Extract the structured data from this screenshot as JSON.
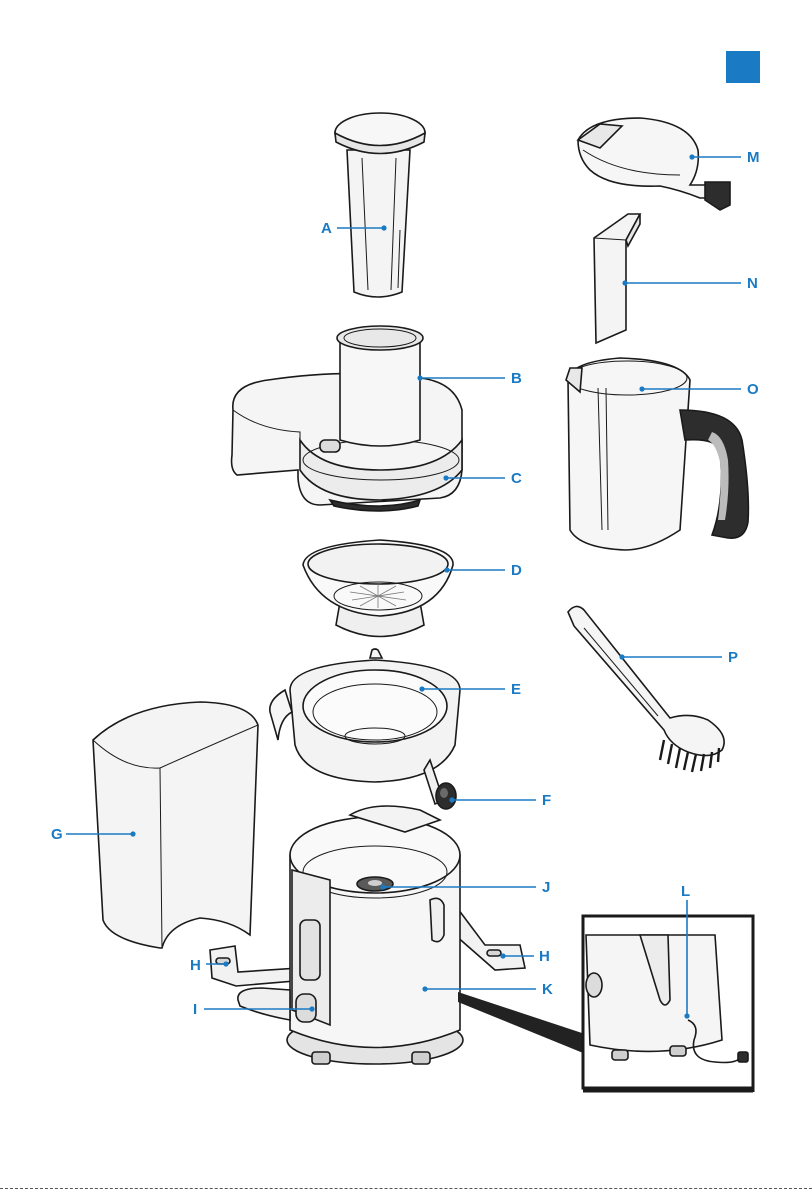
{
  "page_marker": {
    "color": "#1a7ac4"
  },
  "accent_color": "#1a7ac4",
  "labels": {
    "A": "A",
    "B": "B",
    "C": "C",
    "D": "D",
    "E": "E",
    "F": "F",
    "G": "G",
    "H1": "H",
    "H2": "H",
    "I": "I",
    "J": "J",
    "K": "K",
    "L": "L",
    "M": "M",
    "N": "N",
    "O": "O",
    "P": "P"
  },
  "parts": [
    {
      "id": "A",
      "icon": "food-pusher"
    },
    {
      "id": "B",
      "icon": "feeding-tube"
    },
    {
      "id": "C",
      "icon": "lid"
    },
    {
      "id": "D",
      "icon": "filter"
    },
    {
      "id": "E",
      "icon": "juice-collector"
    },
    {
      "id": "F",
      "icon": "spout"
    },
    {
      "id": "G",
      "icon": "pulp-container"
    },
    {
      "id": "H",
      "icon": "clamp"
    },
    {
      "id": "I",
      "icon": "switch"
    },
    {
      "id": "J",
      "icon": "drive-shaft"
    },
    {
      "id": "K",
      "icon": "motor-unit"
    },
    {
      "id": "L",
      "icon": "cord-storage"
    },
    {
      "id": "M",
      "icon": "jug-lid"
    },
    {
      "id": "N",
      "icon": "froth-separator"
    },
    {
      "id": "O",
      "icon": "juice-jug"
    },
    {
      "id": "P",
      "icon": "cleaning-brush"
    }
  ]
}
